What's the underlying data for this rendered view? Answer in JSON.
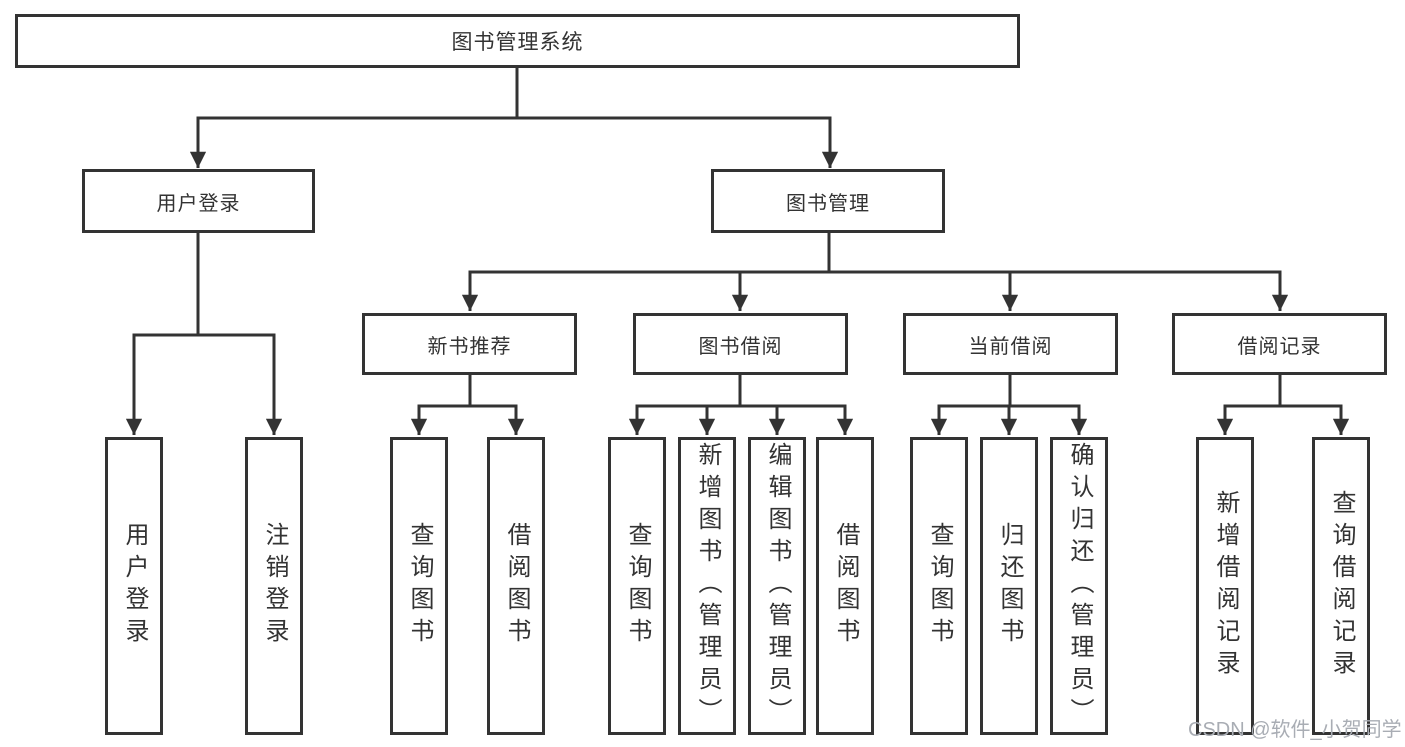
{
  "tree": {
    "label": "图书管理系统",
    "children": [
      {
        "label": "用户登录",
        "children": [
          {
            "label": "用户登录"
          },
          {
            "label": "注销登录"
          }
        ]
      },
      {
        "label": "图书管理",
        "children": [
          {
            "label": "新书推荐",
            "children": [
              {
                "label": "查询图书"
              },
              {
                "label": "借阅图书"
              }
            ]
          },
          {
            "label": "图书借阅",
            "children": [
              {
                "label": "查询图书"
              },
              {
                "label": "新增图书（管理员）"
              },
              {
                "label": "编辑图书（管理员）"
              },
              {
                "label": "借阅图书"
              }
            ]
          },
          {
            "label": "当前借阅",
            "children": [
              {
                "label": "查询图书"
              },
              {
                "label": "归还图书"
              },
              {
                "label": "确认归还（管理员）"
              }
            ]
          },
          {
            "label": "借阅记录",
            "children": [
              {
                "label": "新增借阅记录"
              },
              {
                "label": "查询借阅记录"
              }
            ]
          }
        ]
      }
    ]
  },
  "watermark": {
    "text": "CSDN @软件_小贺同学"
  },
  "colors": {
    "line": "#333333",
    "text": "#333333",
    "background": "#ffffff",
    "watermark": "#a9adb4"
  }
}
